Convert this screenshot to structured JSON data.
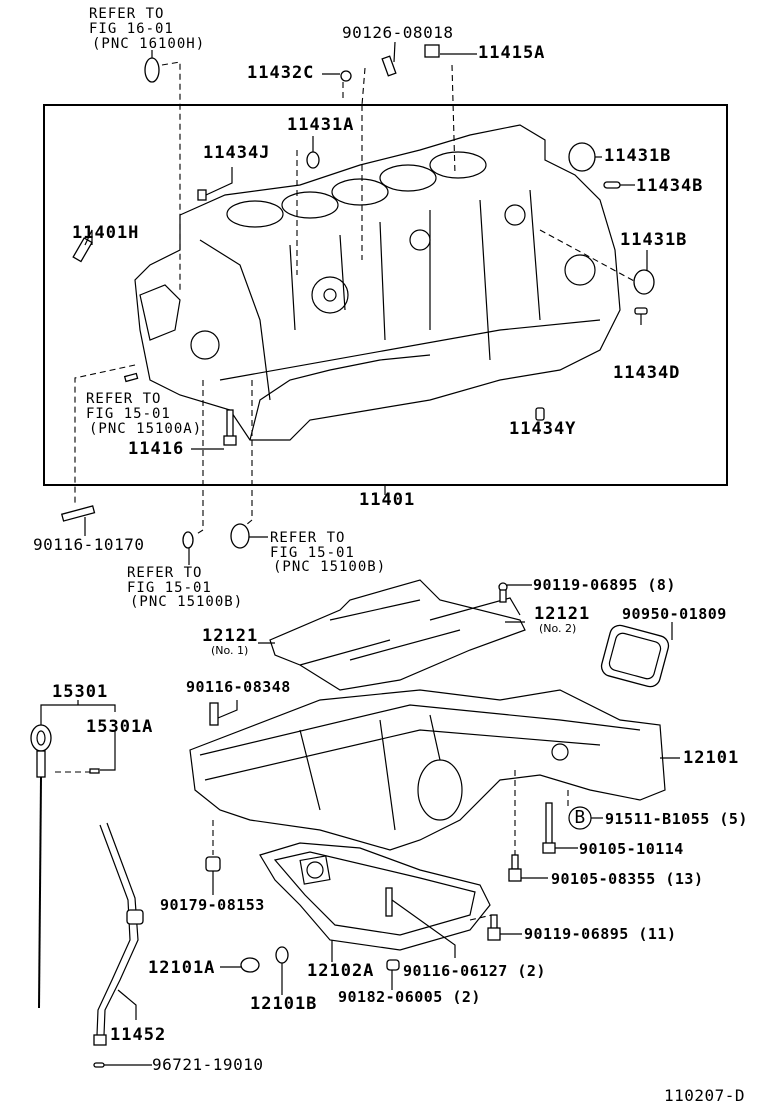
{
  "diagram": {
    "figure_code": "110207-D",
    "assembly_label": "11401",
    "parts": {
      "p16100h_ref": {
        "line1": "REFER TO",
        "line2": "FIG 16-01",
        "line3": "(PNC 16100H)"
      },
      "p90126": "90126-08018",
      "p11415a": "11415A",
      "p11432c": "11432C",
      "p11431a": "11431A",
      "p11434j": "11434J",
      "p11431b_top": "11431B",
      "p11434b": "11434B",
      "p11401h": "11401H",
      "p11431b_side": "11431B",
      "p11434d": "11434D",
      "p15100a_ref": {
        "line1": "REFER TO",
        "line2": "FIG 15-01",
        "line3": "(PNC 15100A)"
      },
      "p11416": "11416",
      "p11434y": "11434Y",
      "p90116_10170": "90116-10170",
      "p15100b_ref_left": {
        "line1": "REFER TO",
        "line2": "FIG 15-01",
        "line3": "(PNC 15100B)"
      },
      "p15100b_ref_right": {
        "line1": "REFER TO",
        "line2": "FIG 15-01",
        "line3": "(PNC 15100B)"
      },
      "p90119_8": "90119-06895 (8)",
      "p12121_no2": {
        "code": "12121",
        "sub": "(No. 2)"
      },
      "p90950": "90950-01809",
      "p12121_no1": {
        "code": "12121",
        "sub": "(No. 1)"
      },
      "p90116_08348": "90116-08348",
      "p15301": "15301",
      "p15301a": "15301A",
      "p12101": "12101",
      "p91511": {
        "badge": "B",
        "code": "91511-B1055 (5)"
      },
      "p90105_10114": "90105-10114",
      "p90105_08355": "90105-08355 (13)",
      "p90179": "90179-08153",
      "p90119_11": "90119-06895 (11)",
      "p12101a": "12101A",
      "p12102a": "12102A",
      "p90116_06127": "90116-06127 (2)",
      "p12101b": "12101B",
      "p90182": "90182-06005 (2)",
      "p11452": "11452",
      "p96721": "96721-19010"
    }
  }
}
